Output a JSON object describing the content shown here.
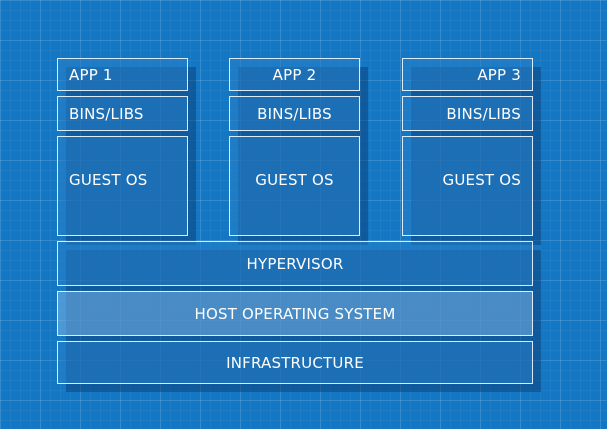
{
  "stacks": [
    {
      "app": "APP 1",
      "bins": "BINS/LIBS",
      "guest_os": "GUEST OS"
    },
    {
      "app": "APP 2",
      "bins": "BINS/LIBS",
      "guest_os": "GUEST OS"
    },
    {
      "app": "APP 3",
      "bins": "BINS/LIBS",
      "guest_os": "GUEST OS"
    }
  ],
  "layers": {
    "hypervisor": "HYPERVISOR",
    "host_os": "HOST OPERATING SYSTEM",
    "infrastructure": "INFRASTRUCTURE"
  },
  "colors": {
    "background": "#1377c4",
    "box_border": "#ebf5ff"
  }
}
